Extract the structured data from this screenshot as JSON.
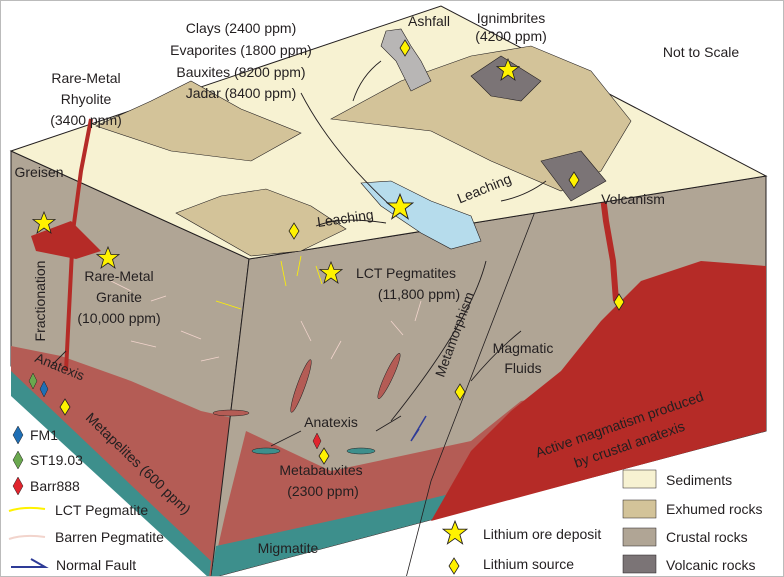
{
  "labels": {
    "clays": "Clays (2400 ppm)",
    "evaporites": "Evaporites (1800 ppm)",
    "bauxites": "Bauxites (8200 ppm)",
    "jadar": "Jadar (8400 ppm)",
    "ashfall": "Ashfall",
    "ignimbrites_1": "Ignimbrites",
    "ignimbrites_2": "(4200 ppm)",
    "not_to_scale": "Not to Scale",
    "rhyolite_1": "Rare-Metal",
    "rhyolite_2": "Rhyolite",
    "rhyolite_3": "(3400 ppm)",
    "greisen": "Greisen",
    "leaching_1": "Leaching",
    "leaching_2": "Leaching",
    "volcanism": "Volcanism",
    "granite_1": "Rare-Metal",
    "granite_2": "Granite",
    "granite_3": "(10,000 ppm)",
    "fractionation": "Fractionation",
    "lct_1": "LCT  Pegmatites",
    "lct_2": "(11,800 ppm)",
    "metamorphism": "Metamorphism",
    "fluids_1": "Magmatic",
    "fluids_2": "Fluids",
    "anatexis_1": "Anatexis",
    "anatexis_2": "Anatexis",
    "metabauxites_1": "Metabauxites",
    "metabauxites_2": "(2300 ppm)",
    "migmatite": "Migmatite",
    "metapelites": "Metapelites (600 ppm)",
    "magmatism_1": "Active magmatism produced",
    "magmatism_2": "by crustal anatexis"
  },
  "legend_left": [
    {
      "symbol": "blue-diamond",
      "label": "FM1",
      "color": "#1f6fb5"
    },
    {
      "symbol": "green-diamond",
      "label": "ST19.03",
      "color": "#6aa84f"
    },
    {
      "symbol": "red-diamond",
      "label": "Barr888",
      "color": "#e0252e"
    },
    {
      "symbol": "yellow-line",
      "label": "LCT Pegmatite",
      "color": "#fff200"
    },
    {
      "symbol": "pink-line",
      "label": "Barren Pegmatite",
      "color": "#f2d4cc"
    },
    {
      "symbol": "fault",
      "label": "Normal Fault",
      "color": "#2e3b97"
    }
  ],
  "legend_symbols": [
    {
      "symbol": "star",
      "label": "Lithium ore deposit"
    },
    {
      "symbol": "diamond",
      "label": "Lithium source"
    }
  ],
  "legend_units": [
    {
      "label": "Sediments",
      "color": "#f7f2d2"
    },
    {
      "label": "Exhumed rocks",
      "color": "#d3c399"
    },
    {
      "label": "Crustal rocks",
      "color": "#b0a595"
    },
    {
      "label": "Volcanic rocks",
      "color": "#7b7476"
    }
  ],
  "colors": {
    "magma": "#b52b27",
    "migmatite": "#b45c55",
    "metapelite": "#3d8f8c",
    "lake": "#b6dcec",
    "star": "#fff200"
  }
}
